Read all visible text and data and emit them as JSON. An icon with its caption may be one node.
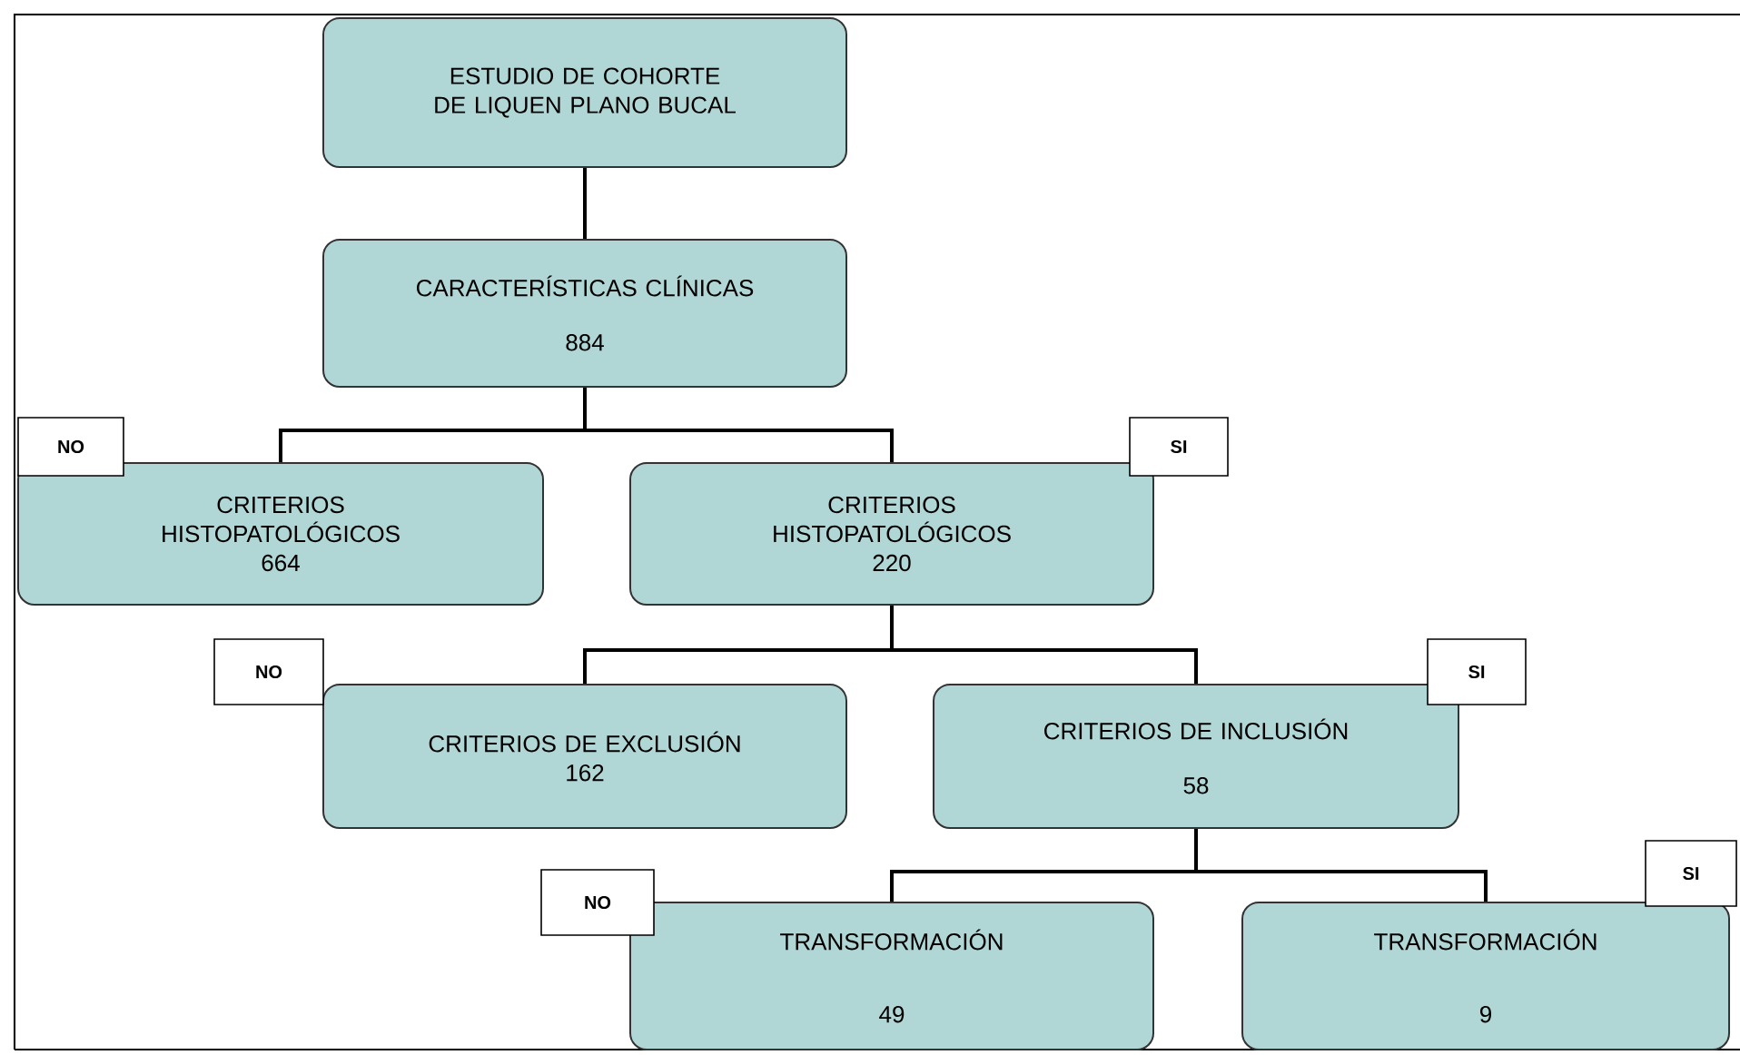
{
  "diagram": {
    "nodes": [
      {
        "text": [
          "ESTUDIO DE COHORTE DE LIQUEN PLANO BUCAL"
        ]
      },
      {
        "text": [
          "CARACTERÍSTICAS CLÍNICAS",
          "884"
        ]
      },
      {
        "text": [
          "CRITERIOS HISTOPATOLÓGICOS",
          "664"
        ],
        "beside": [
          "NO"
        ]
      },
      {
        "text": [
          "CRITERIOS HISTOPATOLÓGICOS",
          "220"
        ],
        "beside": [
          "SI"
        ]
      },
      {
        "text": [
          "CRITERIOS DE EXCLUSIÓN",
          "162"
        ],
        "beside": [
          "NO"
        ]
      },
      {
        "text": [
          "CRITERIOS DE INCLUSIÓN",
          "58"
        ],
        "beside": [
          "SI"
        ]
      },
      {
        "text": [
          "TRANSFORMACIÓN",
          "49"
        ],
        "beside": [
          "NO"
        ]
      },
      {
        "text": [
          "TRANSFORMACIÓN",
          "9"
        ],
        "beside": [
          "SI"
        ]
      }
    ],
    "edges": [
      {
        "from": 0,
        "to": 1,
        "arrow": "none"
      },
      {
        "from": 1,
        "to": 2,
        "arrow": "none"
      },
      {
        "from": 1,
        "to": 3,
        "arrow": "none"
      },
      {
        "from": 3,
        "to": 4,
        "arrow": "none"
      },
      {
        "from": 3,
        "to": 5,
        "arrow": "none"
      },
      {
        "from": 5,
        "to": 6,
        "arrow": "none"
      },
      {
        "from": 5,
        "to": 7,
        "arrow": "none"
      }
    ]
  }
}
